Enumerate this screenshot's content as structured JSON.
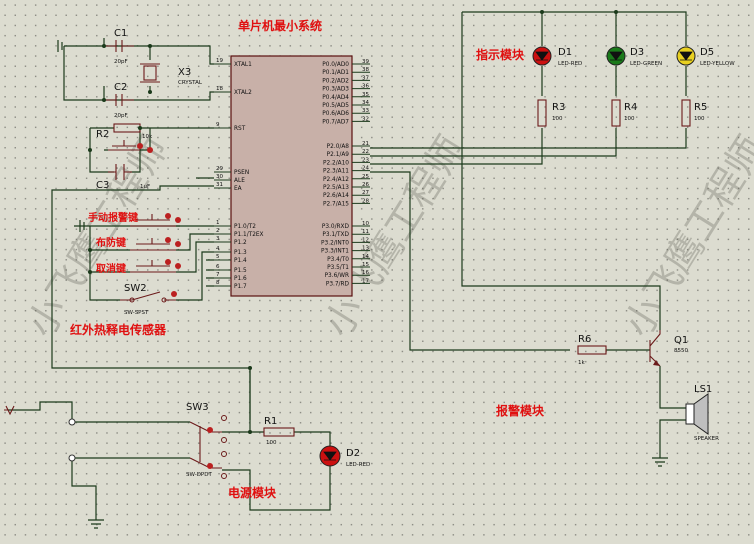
{
  "titles": {
    "mcu": "单片机最小系统",
    "indicator": "指示模块",
    "infrared": "红外热释电传感器",
    "alarm": "报警模块",
    "power": "电源模块"
  },
  "watermark": "小飞鹰工程师",
  "mcu": {
    "left_pins": [
      {
        "num": "19",
        "name": "XTAL1"
      },
      {
        "num": "18",
        "name": "XTAL2"
      },
      {
        "num": "9",
        "name": "RST"
      },
      {
        "num": "29",
        "name": "PSEN"
      },
      {
        "num": "30",
        "name": "ALE"
      },
      {
        "num": "31",
        "name": "EA"
      },
      {
        "num": "1",
        "name": "P1.0/T2"
      },
      {
        "num": "2",
        "name": "P1.1/T2EX"
      },
      {
        "num": "3",
        "name": "P1.2"
      },
      {
        "num": "4",
        "name": "P1.3"
      },
      {
        "num": "5",
        "name": "P1.4"
      },
      {
        "num": "6",
        "name": "P1.5"
      },
      {
        "num": "7",
        "name": "P1.6"
      },
      {
        "num": "8",
        "name": "P1.7"
      }
    ],
    "right_pins": [
      {
        "num": "39",
        "name": "P0.0/AD0"
      },
      {
        "num": "38",
        "name": "P0.1/AD1"
      },
      {
        "num": "37",
        "name": "P0.2/AD2"
      },
      {
        "num": "36",
        "name": "P0.3/AD3"
      },
      {
        "num": "35",
        "name": "P0.4/AD4"
      },
      {
        "num": "34",
        "name": "P0.5/AD5"
      },
      {
        "num": "33",
        "name": "P0.6/AD6"
      },
      {
        "num": "32",
        "name": "P0.7/AD7"
      },
      {
        "num": "21",
        "name": "P2.0/A8"
      },
      {
        "num": "22",
        "name": "P2.1/A9"
      },
      {
        "num": "23",
        "name": "P2.2/A10"
      },
      {
        "num": "24",
        "name": "P2.3/A11"
      },
      {
        "num": "25",
        "name": "P2.4/A12"
      },
      {
        "num": "26",
        "name": "P2.5/A13"
      },
      {
        "num": "27",
        "name": "P2.6/A14"
      },
      {
        "num": "28",
        "name": "P2.7/A15"
      },
      {
        "num": "10",
        "name": "P3.0/RXD"
      },
      {
        "num": "11",
        "name": "P3.1/TXD"
      },
      {
        "num": "12",
        "name": "P3.2/INT0"
      },
      {
        "num": "13",
        "name": "P3.3/INT1"
      },
      {
        "num": "14",
        "name": "P3.4/T0"
      },
      {
        "num": "15",
        "name": "P3.5/T1"
      },
      {
        "num": "16",
        "name": "P3.6/WR"
      },
      {
        "num": "17",
        "name": "P3.7/RD"
      }
    ]
  },
  "components": {
    "c1": {
      "ref": "C1",
      "value": "20pF"
    },
    "c2": {
      "ref": "C2",
      "value": "20pF"
    },
    "x3": {
      "ref": "X3",
      "value": "CRYSTAL"
    },
    "r2": {
      "ref": "R2",
      "value": "10k"
    },
    "c3": {
      "ref": "C3",
      "value": "1uF"
    },
    "sw2": {
      "ref": "SW2",
      "value": "SW-SPST"
    },
    "d1": {
      "ref": "D1",
      "value": "LED-RED"
    },
    "d3": {
      "ref": "D3",
      "value": "LED-GREEN"
    },
    "d5": {
      "ref": "D5",
      "value": "LED-YELLOW"
    },
    "r3": {
      "ref": "R3",
      "value": "100"
    },
    "r4": {
      "ref": "R4",
      "value": "100"
    },
    "r5": {
      "ref": "R5",
      "value": "100"
    },
    "r6": {
      "ref": "R6",
      "value": "1k"
    },
    "q1": {
      "ref": "Q1",
      "value": "8550"
    },
    "ls1": {
      "ref": "LS1",
      "value": "SPEAKER"
    },
    "sw3": {
      "ref": "SW3",
      "value": "SW-DPDT"
    },
    "r1": {
      "ref": "R1",
      "value": "100"
    },
    "d2": {
      "ref": "D2",
      "value": "LED-RED"
    }
  },
  "buttons": {
    "manual": "手动报警键",
    "arm": "布防键",
    "cancel": "取消键"
  },
  "colors": {
    "wire": "#1b3a1b",
    "part": "#6b1a1a",
    "title": "#e01010",
    "led_red": "#cc1010",
    "led_green": "#1a7a1a",
    "led_yellow": "#e8d020"
  }
}
